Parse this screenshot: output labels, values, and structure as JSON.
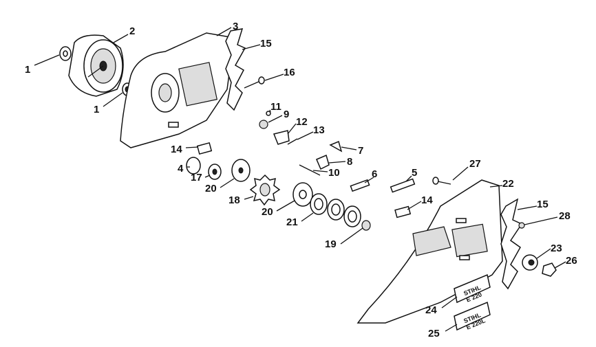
{
  "diagram": {
    "type": "exploded parts diagram",
    "labels": [
      {
        "id": "l1a",
        "text": "1"
      },
      {
        "id": "l2",
        "text": "2"
      },
      {
        "id": "l3",
        "text": "3"
      },
      {
        "id": "l15a",
        "text": "15"
      },
      {
        "id": "l16",
        "text": "16"
      },
      {
        "id": "l1b",
        "text": "1"
      },
      {
        "id": "l11",
        "text": "11"
      },
      {
        "id": "l9",
        "text": "9"
      },
      {
        "id": "l12",
        "text": "12"
      },
      {
        "id": "l13",
        "text": "13"
      },
      {
        "id": "l7",
        "text": "7"
      },
      {
        "id": "l14a",
        "text": "14"
      },
      {
        "id": "l4",
        "text": "4"
      },
      {
        "id": "l8",
        "text": "8"
      },
      {
        "id": "l10",
        "text": "10"
      },
      {
        "id": "l17",
        "text": "17"
      },
      {
        "id": "l6",
        "text": "6"
      },
      {
        "id": "l5",
        "text": "5"
      },
      {
        "id": "l27",
        "text": "27"
      },
      {
        "id": "l22",
        "text": "22"
      },
      {
        "id": "l20a",
        "text": "20"
      },
      {
        "id": "l18",
        "text": "18"
      },
      {
        "id": "l20b",
        "text": "20"
      },
      {
        "id": "l14b",
        "text": "14"
      },
      {
        "id": "l15b",
        "text": "15"
      },
      {
        "id": "l28",
        "text": "28"
      },
      {
        "id": "l21",
        "text": "21"
      },
      {
        "id": "l19",
        "text": "19"
      },
      {
        "id": "l23",
        "text": "23"
      },
      {
        "id": "l26",
        "text": "26"
      },
      {
        "id": "l24",
        "text": "24"
      },
      {
        "id": "l25",
        "text": "25"
      }
    ],
    "decals": [
      {
        "line1": "STIHL",
        "line2": "E 220"
      },
      {
        "line1": "STIHL",
        "line2": "E 220L"
      }
    ]
  }
}
